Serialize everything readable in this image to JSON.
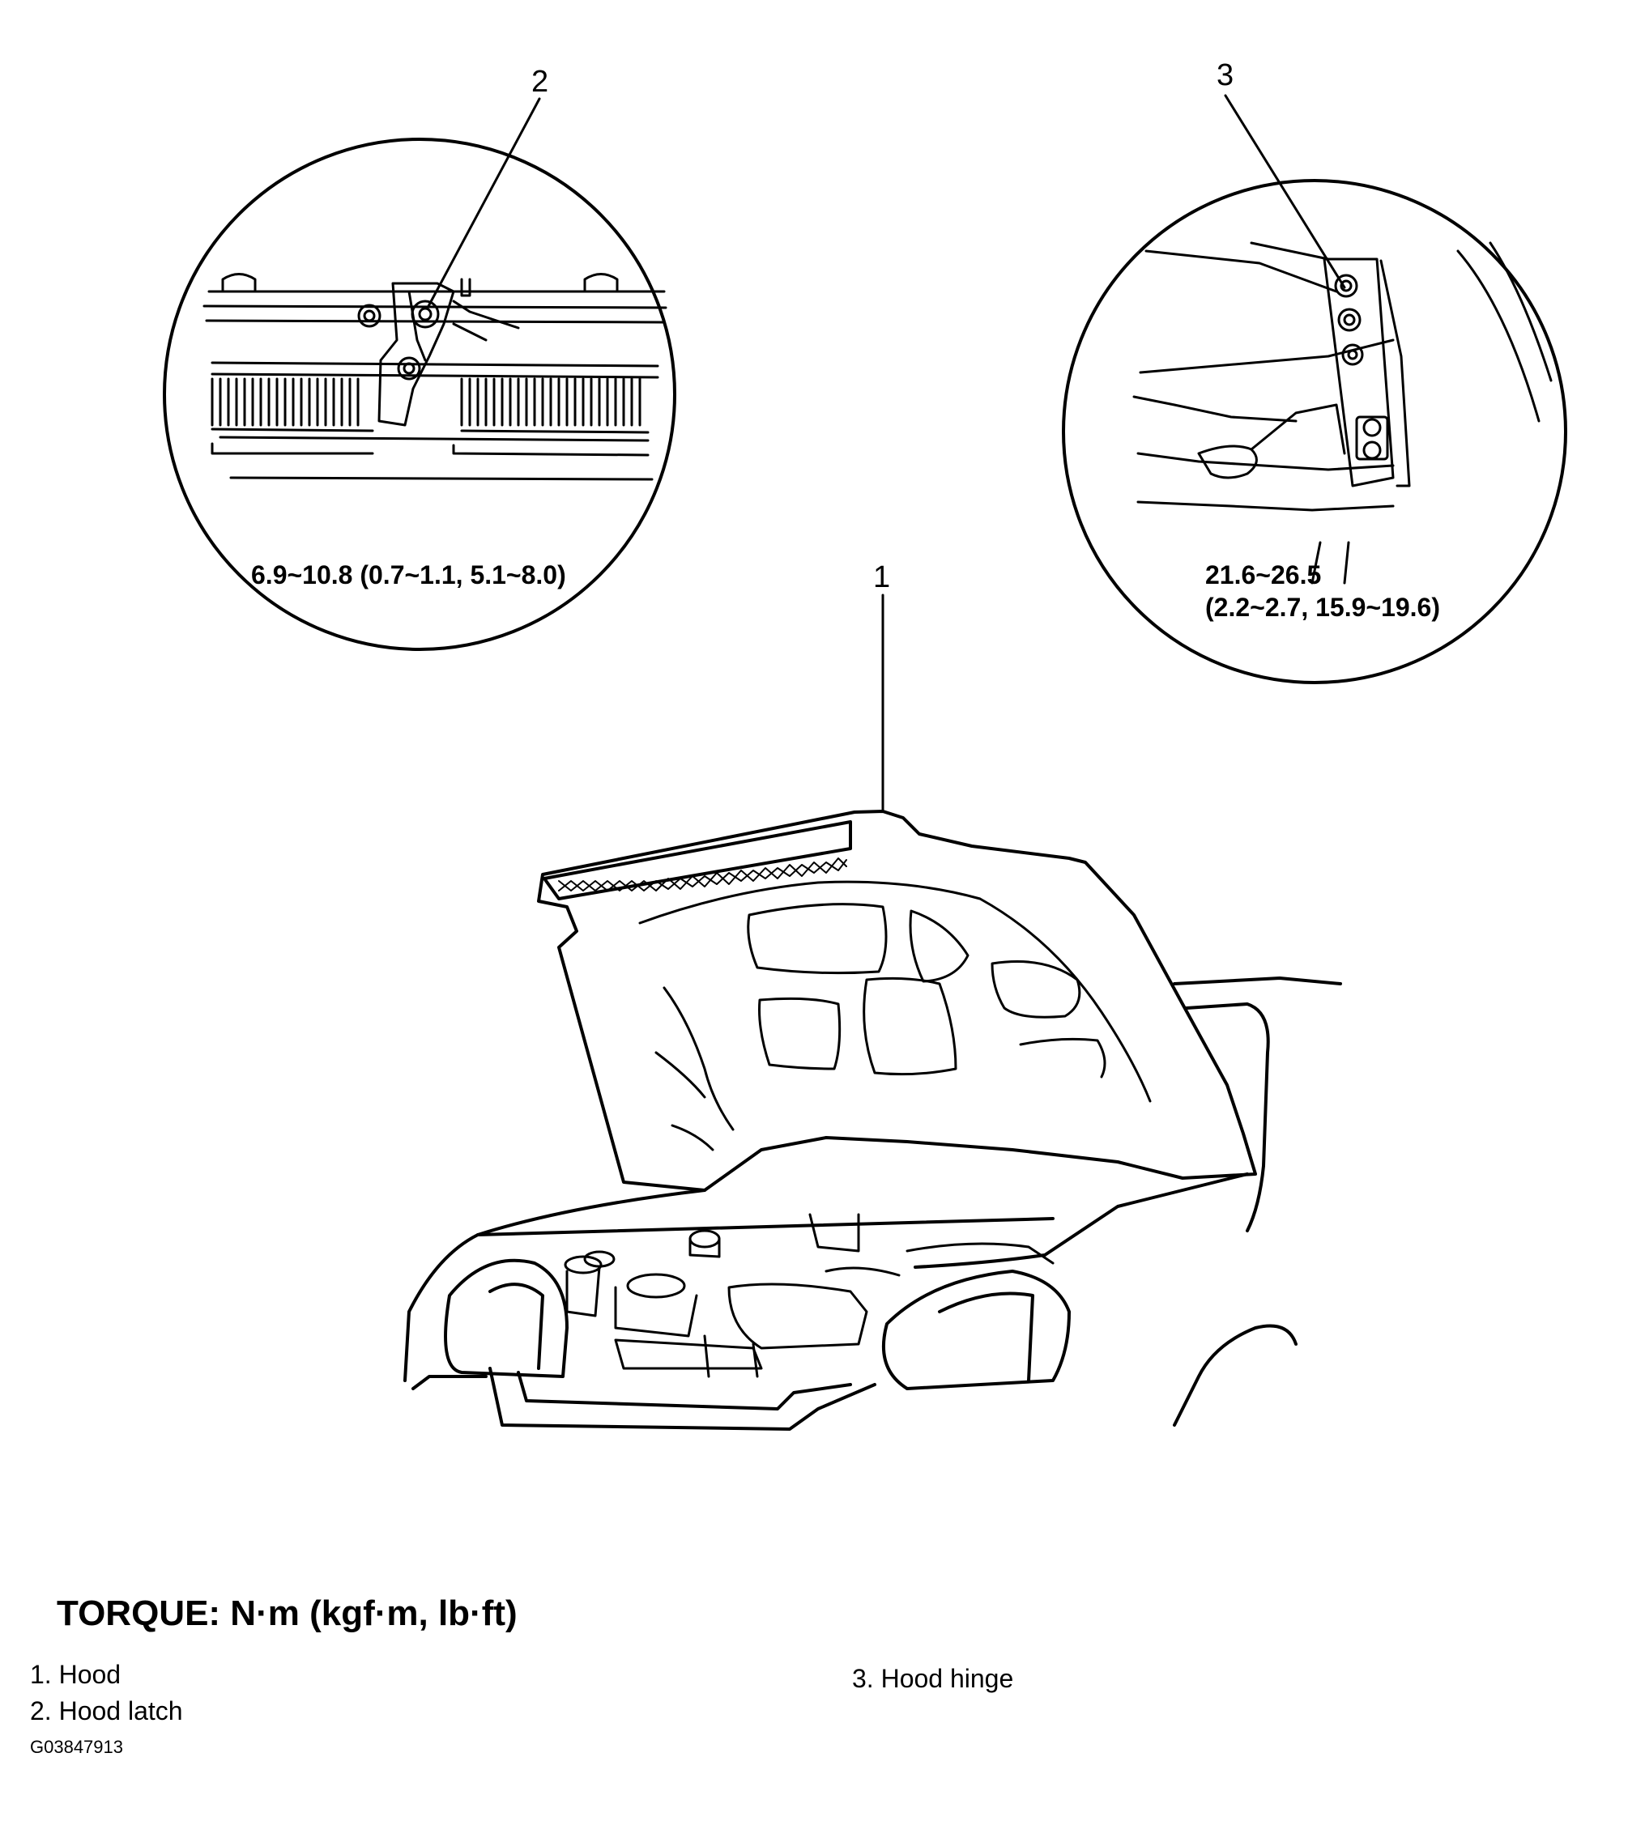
{
  "callouts": {
    "hood": "1",
    "latch": "2",
    "hinge": "3"
  },
  "torque_values": {
    "latch": "6.9~10.8 (0.7~1.1, 5.1~8.0)",
    "hinge_line1": "21.6~26.5",
    "hinge_line2": "(2.2~2.7, 15.9~19.6)"
  },
  "torque_heading": "TORQUE: N·m (kgf·m, lb·ft)",
  "legend": {
    "items": [
      "1. Hood",
      "2. Hood latch",
      "3. Hood hinge"
    ]
  },
  "figure_id": "G03847913",
  "colors": {
    "ink": "#000000",
    "background": "#ffffff"
  }
}
